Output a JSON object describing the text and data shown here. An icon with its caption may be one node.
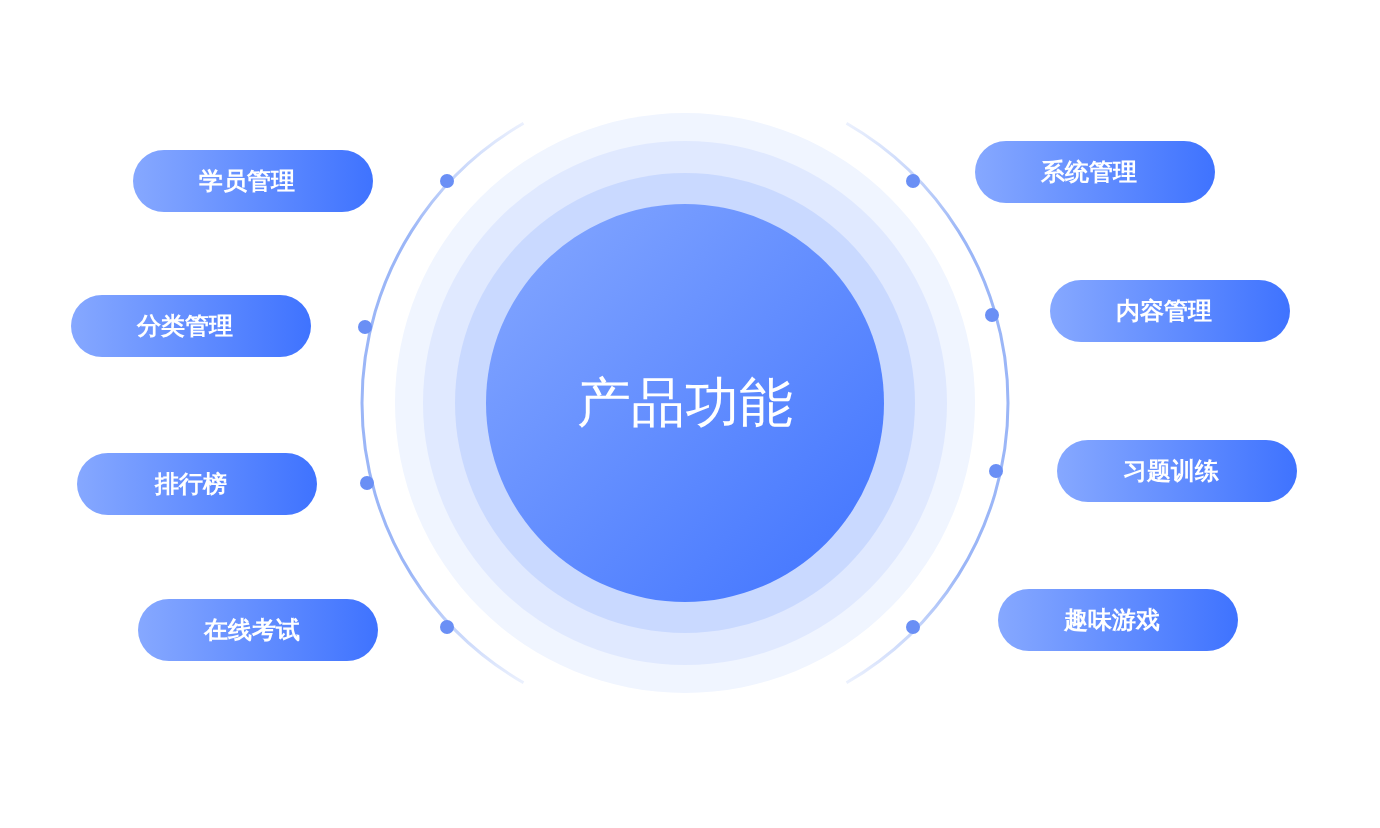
{
  "diagram": {
    "nodes": [
      {
        "text": [
          "产品功能"
        ]
      },
      {
        "text": [
          "学员管理"
        ]
      },
      {
        "text": [
          "分类管理"
        ]
      },
      {
        "text": [
          "排行榜"
        ]
      },
      {
        "text": [
          "在线考试"
        ]
      },
      {
        "text": [
          "系统管理"
        ]
      },
      {
        "text": [
          "内容管理"
        ]
      },
      {
        "text": [
          "习题训练"
        ]
      },
      {
        "text": [
          "趣味游戏"
        ]
      }
    ]
  }
}
